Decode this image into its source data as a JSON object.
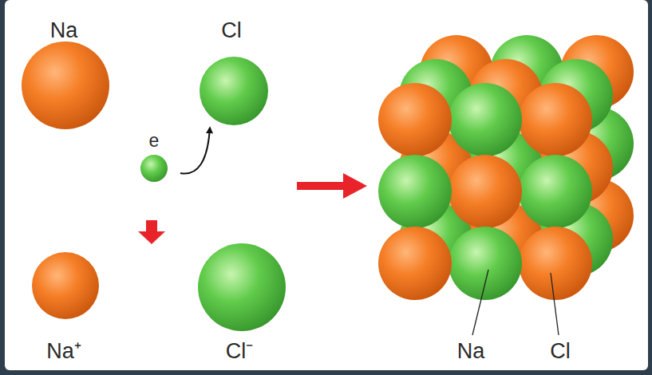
{
  "diagram": {
    "nodes": [
      {
        "text": [
          "Na"
        ]
      },
      {
        "text": [
          "Cl"
        ]
      },
      {
        "text": [
          "e"
        ]
      },
      {
        "text": [
          "Na⁺"
        ]
      },
      {
        "text": [
          "Cl⁻"
        ]
      }
    ],
    "edges": [
      {
        "from": 2,
        "to": 1,
        "arrow": "to"
      }
    ],
    "labels": [
      "Na",
      "Cl"
    ]
  }
}
